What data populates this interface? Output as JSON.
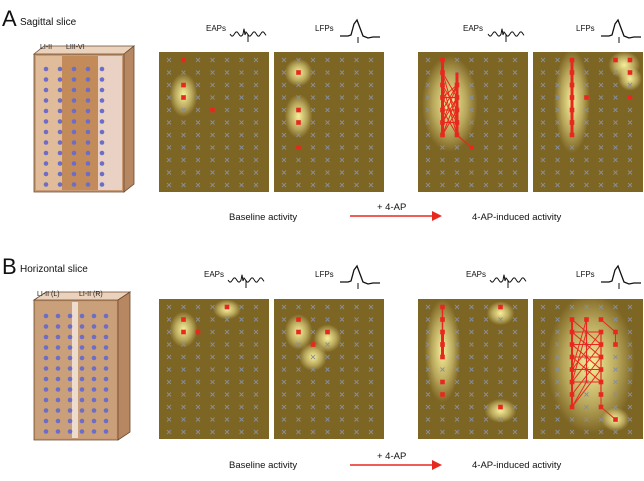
{
  "panelA": {
    "letter": "A",
    "title": "Sagittal slice",
    "layers": [
      "LI-II",
      "LIII-VI"
    ],
    "labels": {
      "eap1": "EAPs",
      "lfp1": "LFPs",
      "eap2": "EAPs",
      "lfp2": "LFPs"
    },
    "baseline": "Baseline activity",
    "treatment": "+ 4-AP",
    "induced": "4-AP-induced activity"
  },
  "panelB": {
    "letter": "B",
    "title": "Horizontal slice",
    "layers": [
      "LI-II (L)",
      "LI-II (R)"
    ],
    "labels": {
      "eap1": "EAPs",
      "lfp1": "LFPs",
      "eap2": "EAPs",
      "lfp2": "LFPs"
    },
    "baseline": "Baseline activity",
    "treatment": "+ 4-AP",
    "induced": "4-AP-induced activity"
  },
  "colors": {
    "grid_bg": "#7d6523",
    "cross": "#8a8f96",
    "active": "#e8281e",
    "glow": "#fff7a0",
    "arrow": "#e8281e",
    "electrode": "#6d6dc8"
  }
}
